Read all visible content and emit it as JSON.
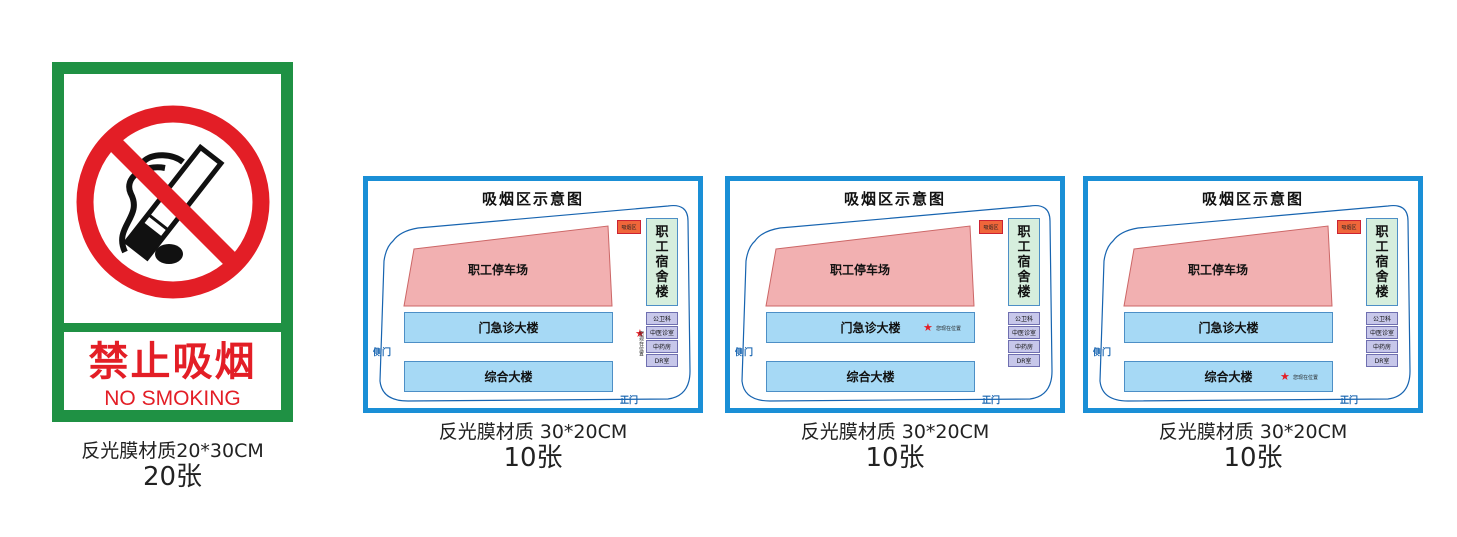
{
  "no_smoking_sign": {
    "title_cn": "禁止吸烟",
    "title_en": "NO SMOKING",
    "spec": "反光膜材质20*30CM",
    "quantity": "20张",
    "colors": {
      "border": "#1f9144",
      "prohibition": "#e31e26"
    },
    "icon": "no-smoking-icon"
  },
  "boards": [
    {
      "title": "吸烟区示意图",
      "parking": "职工停车场",
      "outpatient": "门急诊大楼",
      "complex": "综合大楼",
      "dorm": [
        "职",
        "工",
        "宿",
        "舍",
        "楼"
      ],
      "rooms": [
        "公卫科",
        "中医诊室",
        "中药房",
        "DR室"
      ],
      "tag": "吸烟区",
      "side_gate": "侧门",
      "main_gate": "正门",
      "star_label": "您现在位置",
      "star_location": "beside-rooms",
      "spec": "反光膜材质 30*20CM",
      "quantity": "10张"
    },
    {
      "title": "吸烟区示意图",
      "parking": "职工停车场",
      "outpatient": "门急诊大楼",
      "complex": "综合大楼",
      "dorm": [
        "职",
        "工",
        "宿",
        "舍",
        "楼"
      ],
      "rooms": [
        "公卫科",
        "中医诊室",
        "中药房",
        "DR室"
      ],
      "tag": "吸烟区",
      "side_gate": "侧门",
      "main_gate": "正门",
      "star_label": "您现在位置",
      "star_location": "outpatient-building",
      "spec": "反光膜材质 30*20CM",
      "quantity": "10张"
    },
    {
      "title": "吸烟区示意图",
      "parking": "职工停车场",
      "outpatient": "门急诊大楼",
      "complex": "综合大楼",
      "dorm": [
        "职",
        "工",
        "宿",
        "舍",
        "楼"
      ],
      "rooms": [
        "公卫科",
        "中医诊室",
        "中药房",
        "DR室"
      ],
      "tag": "吸烟区",
      "side_gate": "侧门",
      "main_gate": "正门",
      "star_label": "您现在位置",
      "star_location": "complex-building",
      "spec": "反光膜材质 30*20CM",
      "quantity": "10张"
    }
  ],
  "colors": {
    "board_border": "#1a8fd6",
    "parking_fill": "#f2b0b1",
    "building_fill": "#a6d9f5",
    "dorm_fill": "#d6eedd",
    "room_fill": "#c7c7ea",
    "star": "#e31e26"
  }
}
